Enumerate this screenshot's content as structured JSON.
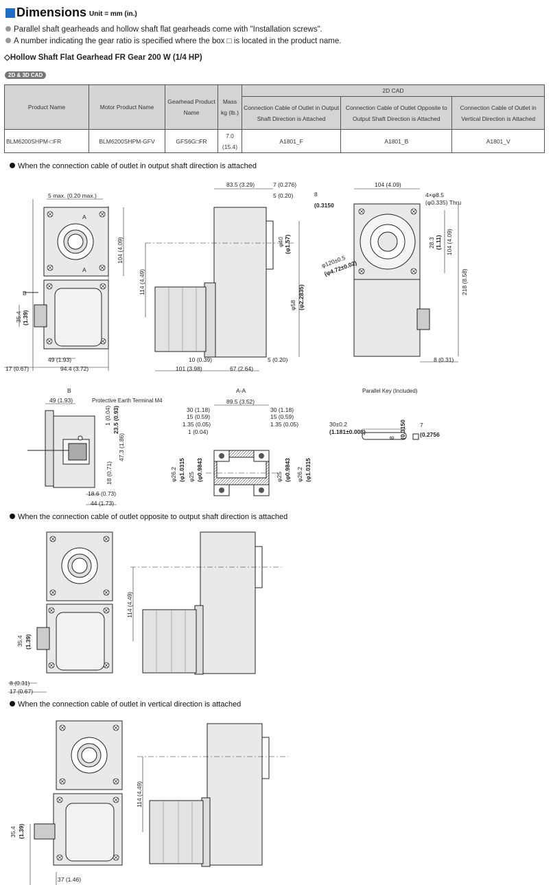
{
  "header": {
    "title": "Dimensions",
    "unit": "Unit = mm (in.)"
  },
  "notes": [
    "Parallel shaft gearheads and hollow shaft flat gearheads come with \"Installation screws\".",
    "A number indicating the gear ratio is specified where the box □ is located in the product name."
  ],
  "subtitle": "◇Hollow Shaft Flat Gearhead FR Gear 200 W (1/4 HP)",
  "badge": "2D & 3D CAD",
  "table": {
    "headers": {
      "product": "Product Name",
      "motor": "Motor Product Name",
      "gearhead": "Gearhead Product Name",
      "mass": "Mass kg (lb.)",
      "cad": "2D CAD",
      "cad_output": "Connection Cable of Outlet in Output Shaft Direction is Attached",
      "cad_opposite": "Connection Cable of Outlet Opposite to Output Shaft Direction is Attached",
      "cad_vertical": "Connection Cable of Outlet in Vertical Direction is Attached"
    },
    "row": {
      "product": "BLM6200SHPM-□FR",
      "motor": "BLM6200SHPM-GFV",
      "gearhead": "GFS6G□FR",
      "mass_kg": "7.0",
      "mass_lb": "(15.4)",
      "cad_output": "A1801_F",
      "cad_opposite": "A1801_B",
      "cad_vertical": "A1801_V"
    }
  },
  "sections": {
    "s1": "When the connection cable of outlet in output shaft direction is attached",
    "s2": "When the connection cable of outlet opposite to output shaft direction is attached",
    "s3": "When the connection cable of outlet in vertical direction is attached"
  },
  "labels": {
    "view_b": "B",
    "view_aa": "A-A",
    "parallel_key": "Parallel Key (Included)",
    "pe_terminal": "Protective Earth Terminal M4",
    "marker_a": "A",
    "marker_b": "B"
  },
  "dims": {
    "d5max": "5 max. (0.20 max.)",
    "d104": "104 (4.09)",
    "d114": "114 (4.49)",
    "d35": "35.4",
    "d35in": "(1.39)",
    "d49": "49 (1.93)",
    "d94": "94.4 (3.72)",
    "d17": "17 (0.67)",
    "d835": "83.5 (3.29)",
    "d7": "7 (0.276)",
    "d5": "5 (0.20)",
    "d40": "φ40",
    "d40in": "(φ1.57)",
    "d58": "φ58",
    "d58in": "(φ2.2835)",
    "d10": "10 (0.39)",
    "d101": "101 (3.98)",
    "d67": "67 (2.64)",
    "d5b": "5 (0.20)",
    "d104r": "104 (4.09)",
    "d8": "8",
    "d8in": "(0.3150",
    "d4x85": "4×φ8.5",
    "d4x85in": "(φ0.335) Thru",
    "d283": "28.3",
    "d283in": "(1.11)",
    "d120": "φ120±0.5",
    "d120in": "(φ4.72±0.02)",
    "d218": "218 (8.58)",
    "d8r": "8 (0.31)",
    "d49b": "49 (1.93)",
    "d1": "1 (0.04)",
    "d235": "23.5 (0.93)",
    "d473": "47.3 (1.86)",
    "d18": "18 (0.71)",
    "d186": "18.6 (0.73)",
    "d44": "44 (1.73)",
    "d895": "89.5 (3.52)",
    "d30": "30 (1.18)",
    "d15": "15 (0.59)",
    "d135": "1.35 (0.05)",
    "d1b": "1 (0.04)",
    "d30r": "30 (1.18)",
    "d15r": "15 (0.59)",
    "d135r": "1.35 (0.05)",
    "d262": "φ26.2",
    "d262in": "(φ1.0315",
    "d25": "φ25",
    "d25in": "(φ0.9843",
    "dkey30": "30±0.2",
    "dkey30in": "(1.181±0.008)",
    "dkey8": "8",
    "dkey8in": "(0.3150",
    "dkey7": "7",
    "dkey7in": "(0.2756",
    "d114b": "114 (4.49)",
    "d35b": "35.4",
    "d35bin": "(1.39)",
    "d8b": "8 (0.31)",
    "d17b": "17 (0.67)",
    "d114c": "114 (4.49)",
    "d35c": "35.4",
    "d35cin": "(1.39)",
    "d37": "37 (1.46)"
  }
}
